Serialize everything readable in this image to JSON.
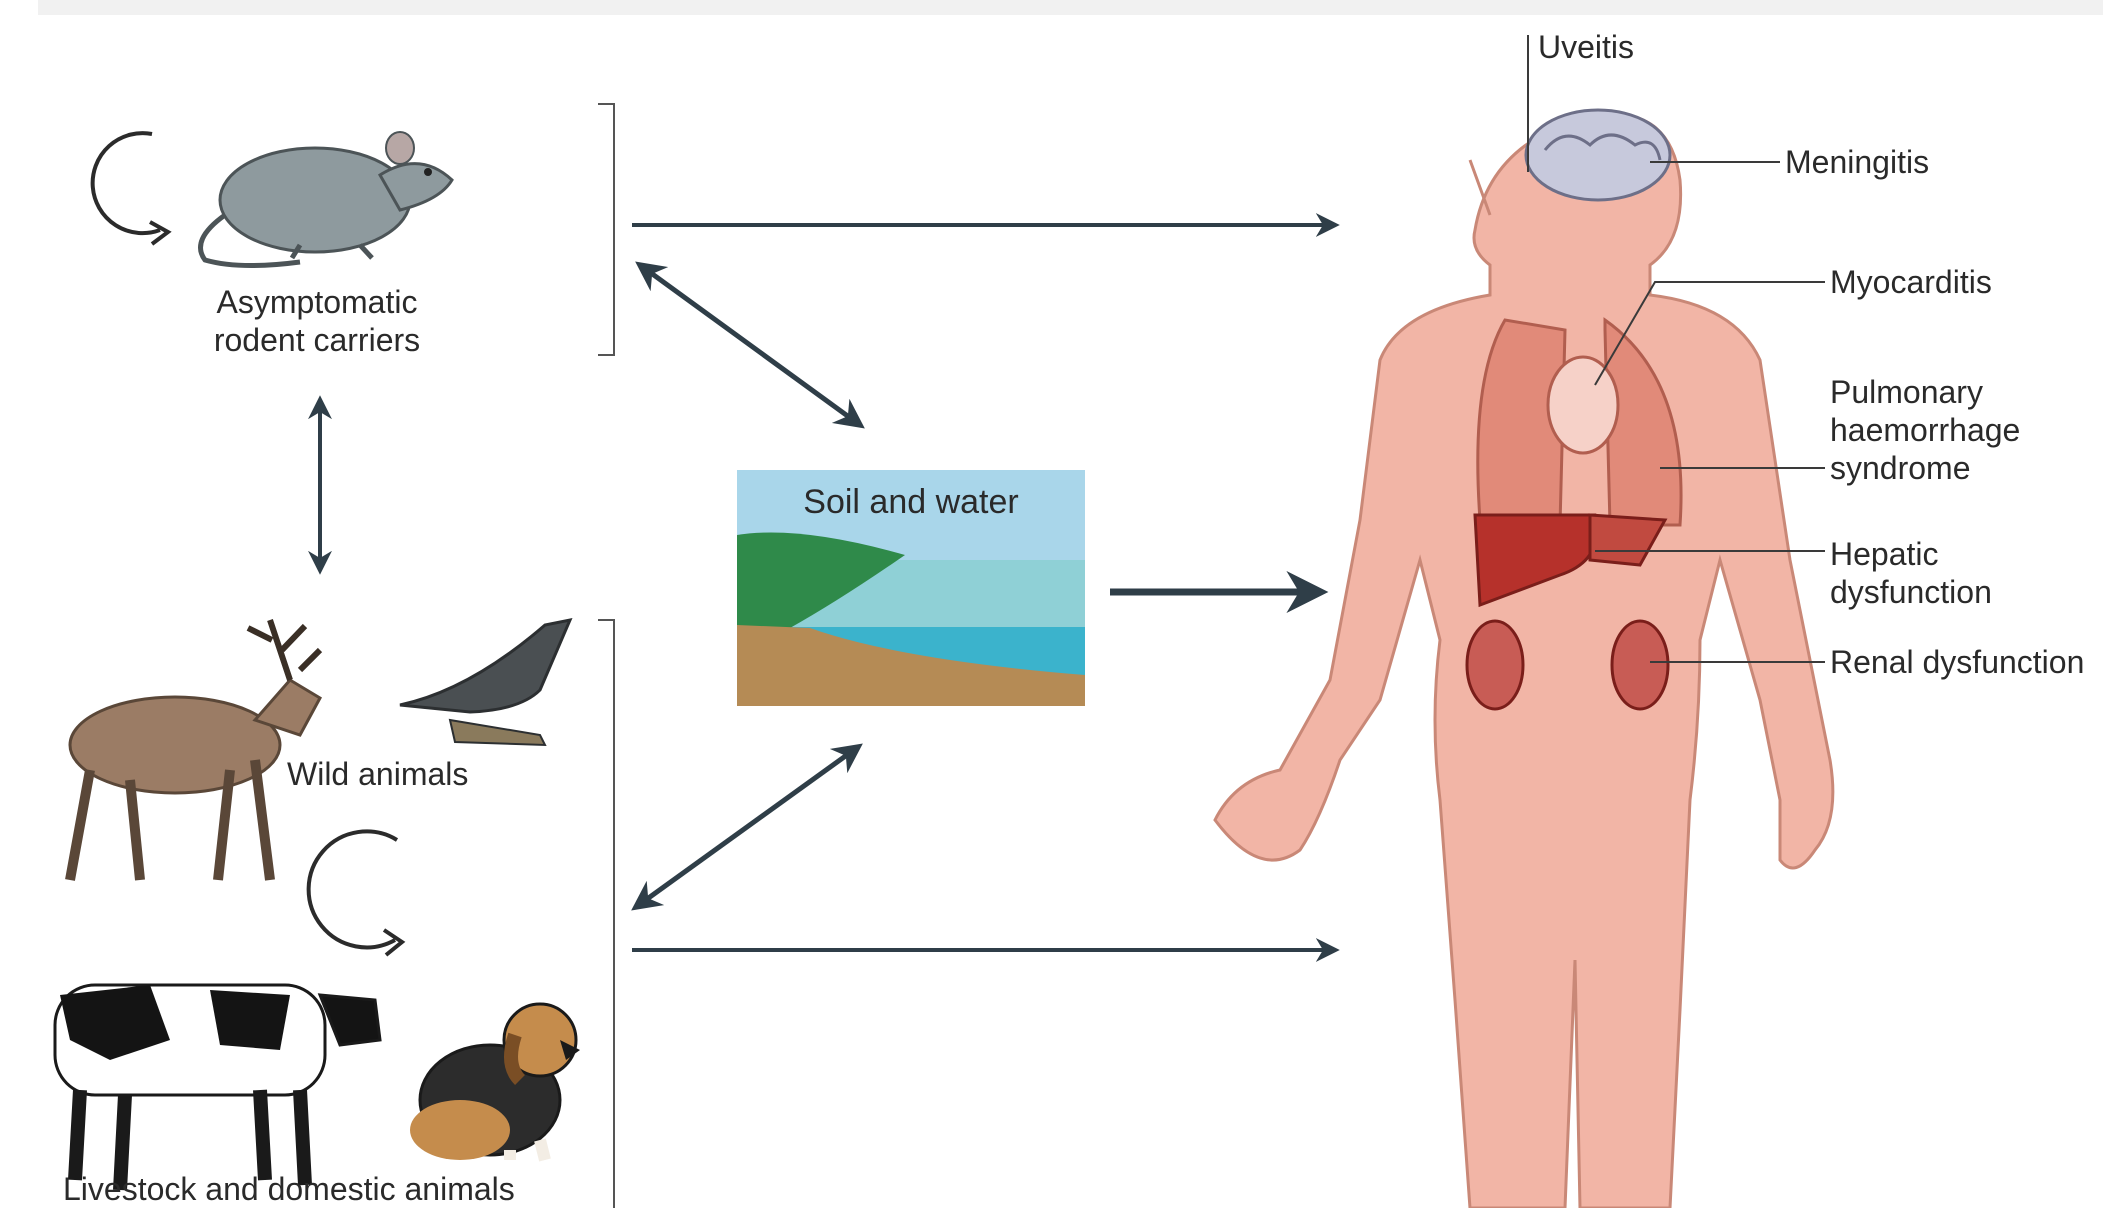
{
  "diagram": {
    "reservoirs": {
      "rodents_line1": "Asymptomatic",
      "rodents_line2": "rodent carriers",
      "wild": "Wild animals",
      "livestock": "Livestock and domestic animals"
    },
    "environment": {
      "label": "Soil and water"
    },
    "human_manifestations": {
      "uveitis": "Uveitis",
      "meningitis": "Meningitis",
      "myocarditis": "Myocarditis",
      "pulmonary_line1": "Pulmonary",
      "pulmonary_line2": "haemorrhage",
      "pulmonary_line3": "syndrome",
      "hepatic_line1": "Hepatic",
      "hepatic_line2": "dysfunction",
      "renal": "Renal dysfunction"
    },
    "colors": {
      "arrow": "#2f3e48",
      "skin": "#f2b5a6",
      "skin_outline": "#c98877",
      "sky": "#a9d6ea",
      "grass": "#2f8a4a",
      "water": "#3bb3cc",
      "soil": "#b58b55"
    }
  }
}
